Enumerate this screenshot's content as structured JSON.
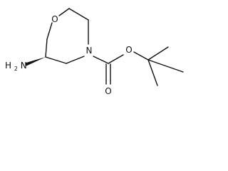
{
  "molecule": {
    "atoms": {
      "ring_oxygen": "O",
      "ring_nitrogen": "N",
      "carbonyl_oxygen": "O",
      "ester_oxygen": "O",
      "amine_prefix": "H",
      "amine_subscript": "2",
      "amine_atom": "N"
    }
  },
  "colors": {
    "ink": "#111111",
    "background": "#ffffff"
  }
}
